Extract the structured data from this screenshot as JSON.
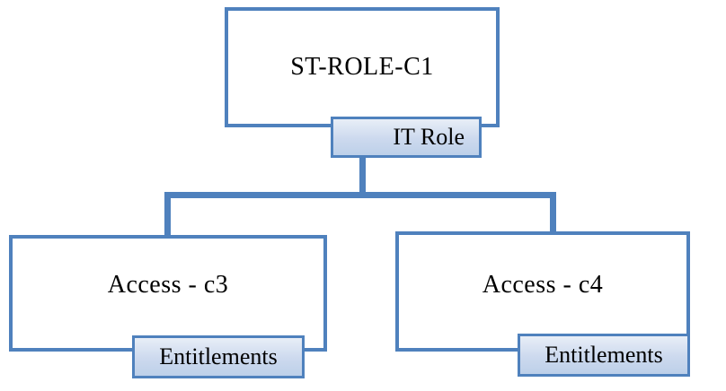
{
  "diagram": {
    "root": {
      "label": "ST-ROLE-C1",
      "badge": "IT Role"
    },
    "children": [
      {
        "label": "Access - c3",
        "badge": "Entitlements"
      },
      {
        "label": "Access - c4",
        "badge": "Entitlements"
      }
    ],
    "colors": {
      "node_border": "#4f81bd",
      "connector": "#4f81bd",
      "badge_fill_top": "#e8eef7",
      "badge_fill_bottom": "#bdd0e9",
      "text": "#000000",
      "background": "#ffffff"
    }
  }
}
